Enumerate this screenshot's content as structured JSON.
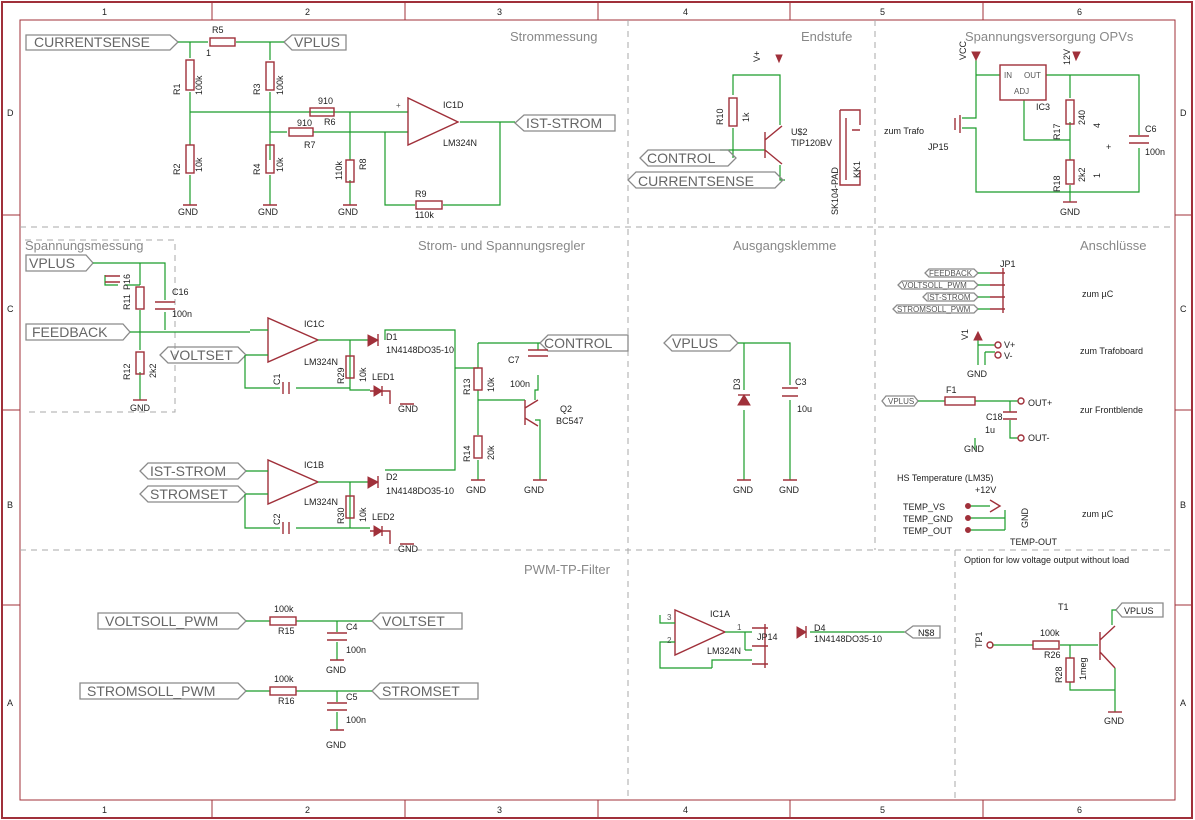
{
  "frame": {
    "col_labels": [
      "1",
      "2",
      "3",
      "4",
      "5",
      "6"
    ],
    "row_labels": [
      "D",
      "C",
      "B",
      "A"
    ]
  },
  "sections": {
    "strommessung": "Strommessung",
    "endstufe": "Endstufe",
    "spannungsversorgung": "Spannungsversorgung OPVs",
    "spannungsmessung": "Spannungsmessung",
    "regler": "Strom- und Spannungsregler",
    "ausgangsklemme": "Ausgangsklemme",
    "anschluesse": "Anschlüsse",
    "pwm_filter": "PWM-TP-Filter",
    "option_note": "Option for low voltage output without load"
  },
  "net_labels": {
    "currentsense": "CURRENTSENSE",
    "vplus": "VPLUS",
    "ist_strom": "IST-STROM",
    "control": "CONTROL",
    "feedback": "FEEDBACK",
    "voltset": "VOLTSET",
    "stromset": "STROMSET",
    "voltsoll_pwm": "VOLTSOLL_PWM",
    "stromsoll_pwm": "STROMSOLL_PWM",
    "n8": "N$8"
  },
  "components": {
    "r5": "R5",
    "r1": "R1",
    "r1v": "100k",
    "r3": "R3",
    "r3v": "100k",
    "r6v": "910",
    "r6": "R6",
    "r7v": "910",
    "r7": "R7",
    "r2": "R2",
    "r2v": "10k",
    "r4": "R4",
    "r4v": "10k",
    "r8": "R8",
    "r8v": "110k",
    "r9": "R9",
    "r9v": "110k",
    "ic1d": "IC1D",
    "lm324": "LM324N",
    "r10": "R10",
    "r10v": "1k",
    "u2": "U$2",
    "u2v": "TIP120BV",
    "heatsink": "SK104-PAD",
    "kk1": "KK1",
    "vcc": "VCC",
    "v12": "12V",
    "in": "IN",
    "out": "OUT",
    "adj": "ADJ",
    "ic3": "IC3",
    "r17": "R17",
    "r17v": "240",
    "r18": "R18",
    "r18v": "2k2",
    "c6": "C6",
    "c6v": "100n",
    "jp15": "JP15",
    "zum_trafo": "zum Trafo",
    "r11": "R11",
    "p16": "P16",
    "c16": "C16",
    "c16v": "100n",
    "r12": "R12",
    "r12v": "2k2",
    "ic1c": "IC1C",
    "c1": "C1",
    "d1": "D1",
    "d1v": "1N4148DO35-10",
    "r29": "R29",
    "r29v": "10k",
    "led1": "LED1",
    "c7": "C7",
    "c7v": "100n",
    "r13": "R13",
    "r13v": "10k",
    "r14": "R14",
    "r14v": "20k",
    "q2": "Q2",
    "q2v": "BC547",
    "ic1b": "IC1B",
    "c2": "C2",
    "d2": "D2",
    "d2v": "1N4148DO35-10",
    "r30": "R30",
    "r30v": "10k",
    "led2": "LED2",
    "d3": "D3",
    "c3": "C3",
    "c3v": "10u",
    "jp1": "JP1",
    "feedback_s": "FEEDBACK",
    "voltsoll_s": "VOLTSOLL_PWM",
    "iststrom_s": "IST-STROM",
    "stromsoll_s": "STROMSOLL_PWM",
    "zum_uc1": "zum µC",
    "v1": "V1",
    "vplus_pin": "V+",
    "vminus_pin": "V-",
    "zum_trafoboard": "zum Trafoboard",
    "vplus_s": "VPLUS",
    "f1": "F1",
    "out_plus": "OUT+",
    "out_minus": "OUT-",
    "c18": "C18",
    "c18v": "1u",
    "zur_frontblende": "zur Frontblende",
    "hs_temp": "HS Temperature (LM35)",
    "plus12v": "+12V",
    "temp_vs": "TEMP_VS",
    "temp_gnd": "TEMP_GND",
    "temp_out": "TEMP_OUT",
    "temp_out2": "TEMP-OUT",
    "zum_uc2": "zum µC",
    "r15": "R15",
    "r15v": "100k",
    "c4": "C4",
    "c4v": "100n",
    "r16": "R16",
    "r16v": "100k",
    "c5": "C5",
    "c5v": "100n",
    "ic1a": "IC1A",
    "jp14": "JP14",
    "d4": "D4",
    "d4v": "1N4148DO35-10",
    "t1": "T1",
    "tp1": "TP1",
    "r26": "R26",
    "r26v": "100k",
    "r28": "R28",
    "r28v": "1meg",
    "gnd": "GND",
    "pin1": "1",
    "pin2": "2",
    "pin3": "3",
    "pin4": "4",
    "plus": "+",
    "minus": "-"
  }
}
